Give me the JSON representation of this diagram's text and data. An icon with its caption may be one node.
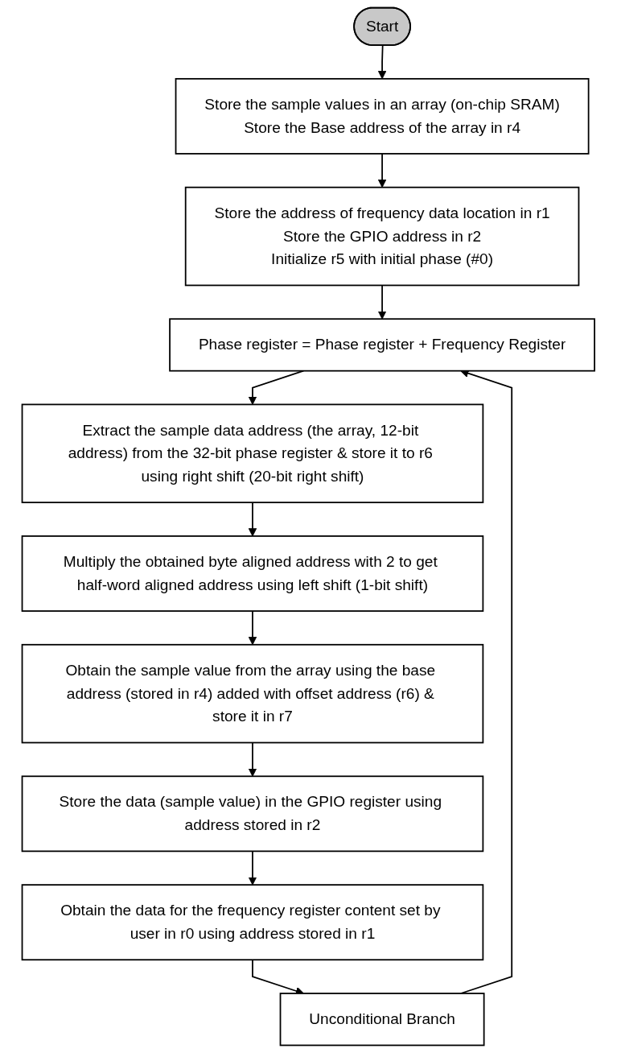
{
  "diagram": {
    "nodes": [
      {
        "text": [
          "Start"
        ]
      },
      {
        "text": [
          "Store the sample values in an array (on-chip SRAM)",
          "Store the Base address of the array in r4"
        ]
      },
      {
        "text": [
          "Store the address of frequency data location in r1",
          "Store the GPIO address in r2",
          "Initialize r5 with initial phase (#0)"
        ]
      },
      {
        "text": [
          "Phase register = Phase register + Frequency Register"
        ]
      },
      {
        "text": [
          "Extract the sample data address (the array, 12-bit address) from the 32-bit phase register & store it to r6 using right shift (20-bit right shift)"
        ]
      },
      {
        "text": [
          "Multiply the obtained byte aligned address with 2 to get half-word aligned address using left shift (1-bit shift)"
        ]
      },
      {
        "text": [
          "Obtain the sample value from the array using the base address (stored in r4) added with offset address (r6) & store it in r7"
        ]
      },
      {
        "text": [
          "Store the data (sample value) in the GPIO register using address stored in r2"
        ]
      },
      {
        "text": [
          "Obtain the data for the frequency register content set by user in r0 using address stored in r1"
        ]
      },
      {
        "text": [
          "Unconditional Branch"
        ]
      }
    ],
    "edges": [
      {
        "from": 0,
        "to": 1,
        "arrow": "to"
      },
      {
        "from": 1,
        "to": 2,
        "arrow": "to"
      },
      {
        "from": 2,
        "to": 3,
        "arrow": "to"
      },
      {
        "from": 3,
        "to": 4,
        "arrow": "to"
      },
      {
        "from": 4,
        "to": 5,
        "arrow": "to"
      },
      {
        "from": 5,
        "to": 6,
        "arrow": "to"
      },
      {
        "from": 6,
        "to": 7,
        "arrow": "to"
      },
      {
        "from": 7,
        "to": 8,
        "arrow": "to"
      },
      {
        "from": 8,
        "to": 9,
        "arrow": "to"
      },
      {
        "from": 9,
        "to": 3,
        "arrow": "to"
      }
    ]
  }
}
